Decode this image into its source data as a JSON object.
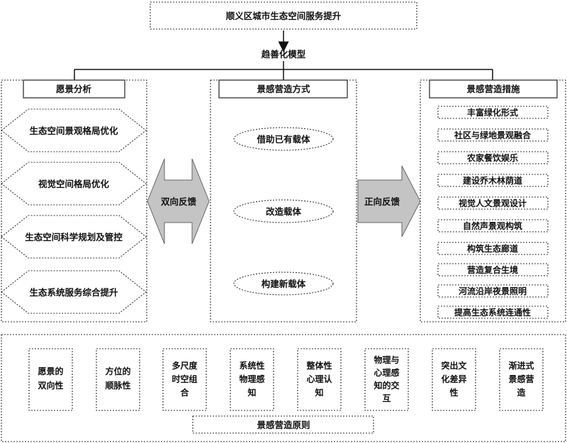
{
  "top_box": "顺义区城市生态空间服务提升",
  "trend_label": "趋善化模型",
  "left_panel": {
    "title": "愿景分析",
    "items": [
      "生态空间景观格局优化",
      "视觉空间格局优化",
      "生态空间科学规划及管控",
      "生态系统服务综合提升"
    ]
  },
  "middle_panel": {
    "title": "景感营造方式",
    "items": [
      "借助已有载体",
      "改造载体",
      "构建新载体"
    ]
  },
  "right_panel": {
    "title": "景感营造措施",
    "items": [
      "丰富绿化形式",
      "社区与绿地景观融合",
      "农家餐饮娱乐",
      "建设乔木林荫道",
      "视觉人文景观设计",
      "自然声景观构筑",
      "构筑生态廊道",
      "营造复合生境",
      "河流沿岸夜景照明",
      "提高生态系统连通性"
    ]
  },
  "left_arrow_label": "双向反馈",
  "right_arrow_label": "正向反馈",
  "principles": {
    "title": "景感营造原则",
    "items": [
      [
        "愿景的",
        "双向性"
      ],
      [
        "方位的",
        "顺脉性"
      ],
      [
        "多尺度",
        "时空组",
        "合"
      ],
      [
        "系统性",
        "物理感",
        "知"
      ],
      [
        "整体性",
        "心理认",
        "知"
      ],
      [
        "物理与",
        "心理感",
        "知的交",
        "互"
      ],
      [
        "突出文",
        "化差异",
        "性"
      ],
      [
        "渐进式",
        "景感营",
        "造"
      ]
    ]
  },
  "colors": {
    "arrow_fill": "#c4c4c4",
    "stroke": "#333333"
  }
}
